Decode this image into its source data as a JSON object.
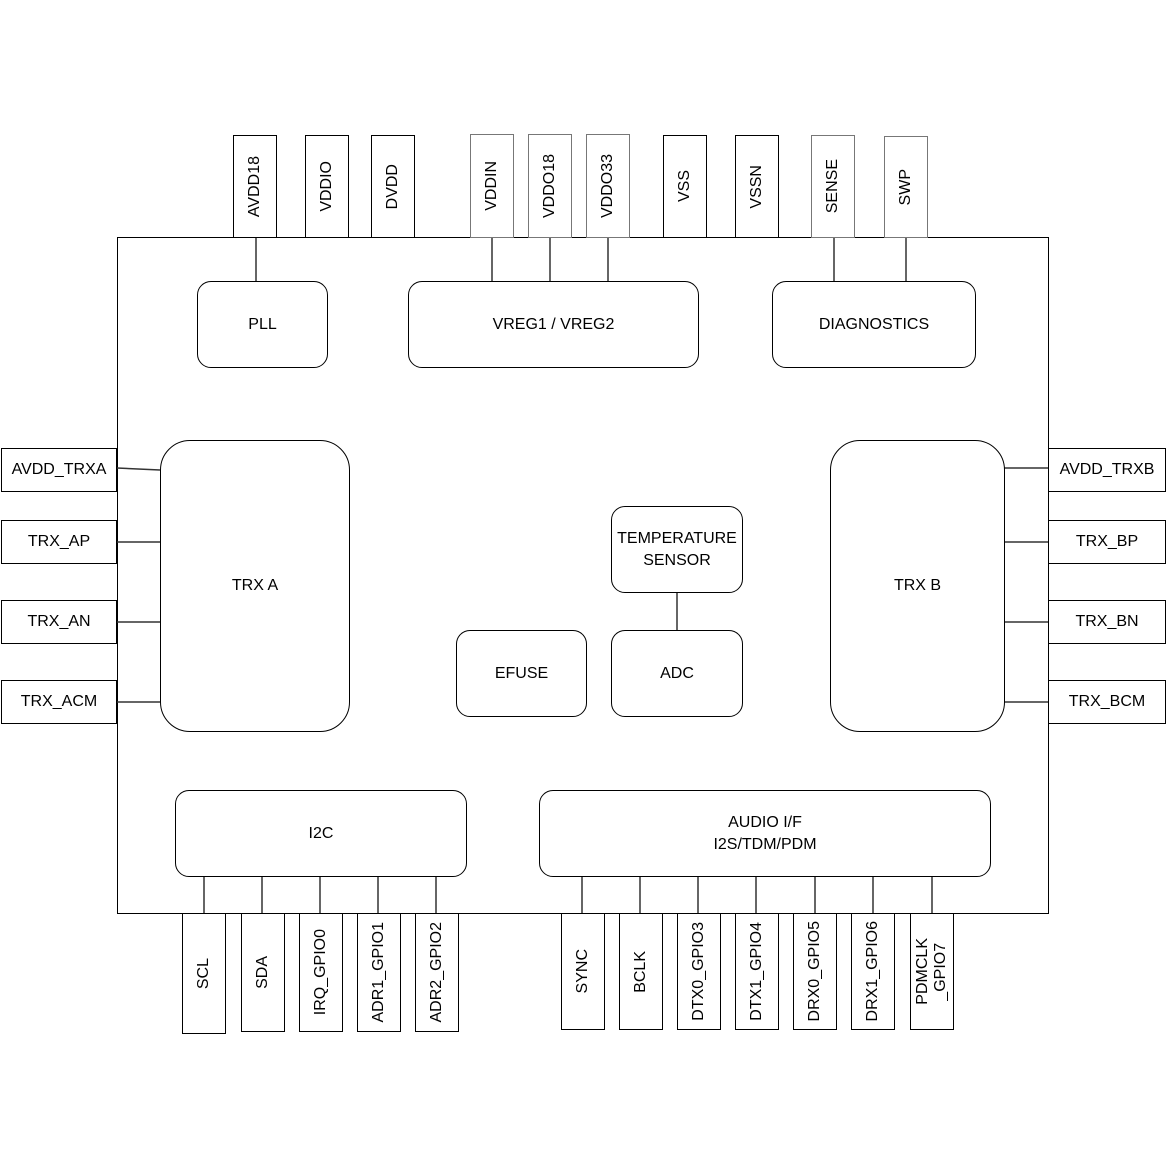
{
  "top_pins": [
    "AVDD18",
    "VDDIO",
    "DVDD",
    "VDDIN",
    "VDDO18",
    "VDDO33",
    "VSS",
    "VSSN",
    "SENSE",
    "SWP"
  ],
  "left_pins": [
    "AVDD_TRXA",
    "TRX_AP",
    "TRX_AN",
    "TRX_ACM"
  ],
  "right_pins": [
    "AVDD_TRXB",
    "TRX_BP",
    "TRX_BN",
    "TRX_BCM"
  ],
  "bottom_pins": [
    "SCL",
    "SDA",
    "IRQ_GPIO0",
    "ADR1_GPIO1",
    "ADR2_GPIO2",
    "SYNC",
    "BCLK",
    "DTX0_GPIO3",
    "DTX1_GPIO4",
    "DRX0_GPIO5",
    "DRX1_GPIO6",
    "PDMCLK\n_GPIO7"
  ],
  "blocks": {
    "pll": "PLL",
    "vreg": "VREG1 / VREG2",
    "diagnostics": "DIAGNOSTICS",
    "trx_a": "TRX A",
    "trx_b": "TRX B",
    "temp": "TEMPERATURE\nSENSOR",
    "adc": "ADC",
    "efuse": "EFUSE",
    "i2c": "I2C",
    "audio": "AUDIO I/F\nI2S/TDM/PDM"
  }
}
